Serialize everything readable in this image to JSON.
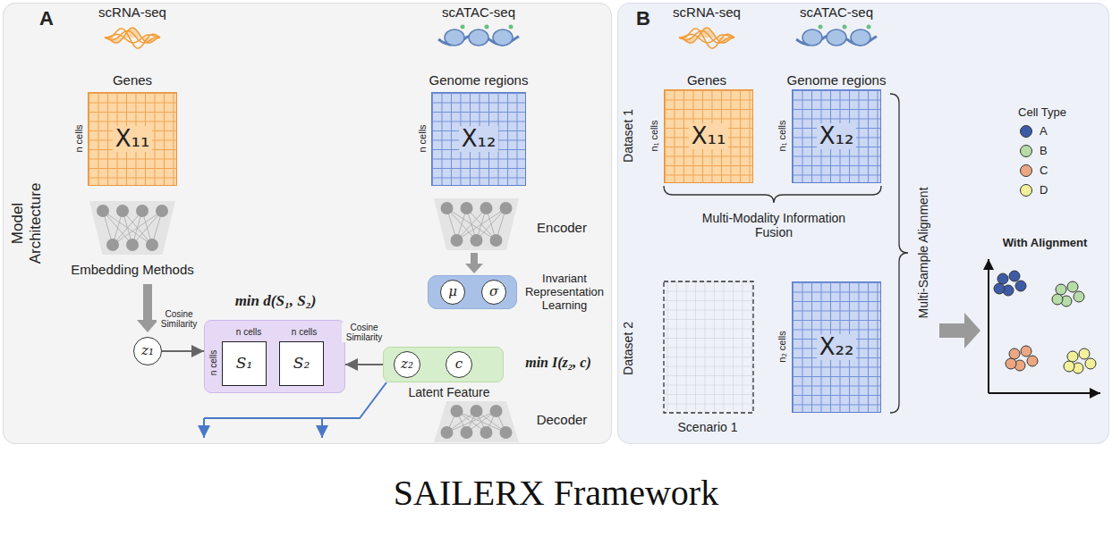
{
  "diagram": {
    "caption": "SAILERX Framework",
    "nodes": [
      {
        "text": [
          "A"
        ]
      },
      {
        "text": [
          "X₁₁"
        ],
        "in": 0
      },
      {
        "text": [
          "X₁₂"
        ],
        "in": 0
      },
      {
        "text": [
          "Invariant Representation Learning"
        ],
        "in": 0
      },
      {
        "text": [
          "μ"
        ],
        "in": 3
      },
      {
        "text": [
          "σ"
        ],
        "in": 3
      },
      {
        "text": [
          "z₁"
        ],
        "in": 0
      },
      {
        "text": [
          "min d(S₁, S₂)"
        ],
        "in": 0
      },
      {
        "text": [
          "S₁"
        ],
        "in": 7
      },
      {
        "text": [
          "S₂"
        ],
        "in": 7
      },
      {
        "text": [
          "min I(z₂, c)",
          "Latent Feature"
        ],
        "in": 0
      },
      {
        "text": [
          "z₂"
        ],
        "in": 10
      },
      {
        "text": [
          "c"
        ],
        "in": 10
      },
      {
        "text": [
          "B",
          "Scenario 1"
        ]
      },
      {
        "text": [
          "X₁₁"
        ],
        "in": 13
      },
      {
        "text": [
          "X₁₂"
        ],
        "in": 13
      },
      {
        "text": [
          "X₂₂"
        ],
        "in": 13
      }
    ],
    "edges": [
      {
        "from": 6,
        "to": 7,
        "arrow": "to",
        "label": "Cosine Similarity"
      },
      {
        "from": 10,
        "to": 7,
        "arrow": "to",
        "label": "Cosine Similarity"
      },
      {
        "from": 12,
        "to": 11,
        "arrow": "to"
      }
    ],
    "labels": [
      "scRNA-seq",
      "scATAC-seq",
      "Genes",
      "Genome regions",
      "n cells",
      "n cells",
      "Model Architecture",
      "Embedding Methods",
      "Encoder",
      "Decoder",
      "n cells",
      "n cells",
      "n cells",
      "scRNA-seq",
      "scATAC-seq",
      "Genes",
      "Genome regions",
      "Dataset 1",
      "n₁ cells",
      "n₁ cells",
      "Multi-Modality Information Fusion",
      "Dataset 2",
      "n₂ cells",
      "Multi-Sample Alignment",
      "Cell Type",
      "With Alignment"
    ],
    "legend": [
      {
        "text": "A",
        "color": "#3d5ca8"
      },
      {
        "text": "B",
        "color": "#b7dca8"
      },
      {
        "text": "C",
        "color": "#eba782"
      },
      {
        "text": "D",
        "color": "#f2f19a"
      }
    ]
  }
}
